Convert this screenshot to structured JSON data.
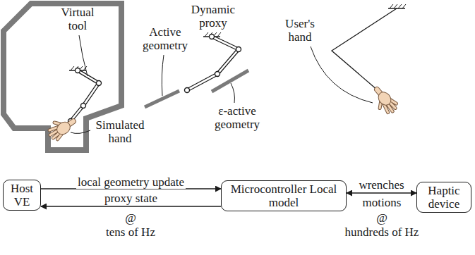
{
  "diagram": {
    "nodes": [
      {
        "text": [
          "Host VE"
        ]
      },
      {
        "text": [
          "Microcontroller Local model"
        ]
      },
      {
        "text": [
          "Haptic device"
        ]
      }
    ],
    "edges": [
      {
        "from": 0,
        "to": 1,
        "label": "local geometry update",
        "arrow": "to"
      },
      {
        "from": 1,
        "to": 0,
        "label": "proxy state",
        "arrow": "to"
      },
      {
        "from": 1,
        "to": 2,
        "label": "wrenches",
        "arrow": "both"
      }
    ],
    "labels": [
      "Virtual tool",
      "Simulated hand",
      "Dynamic proxy",
      "Active geometry",
      "ε-active geometry",
      "User's hand",
      "@",
      "tens of Hz",
      "motions",
      "@",
      "hundreds of Hz"
    ]
  }
}
